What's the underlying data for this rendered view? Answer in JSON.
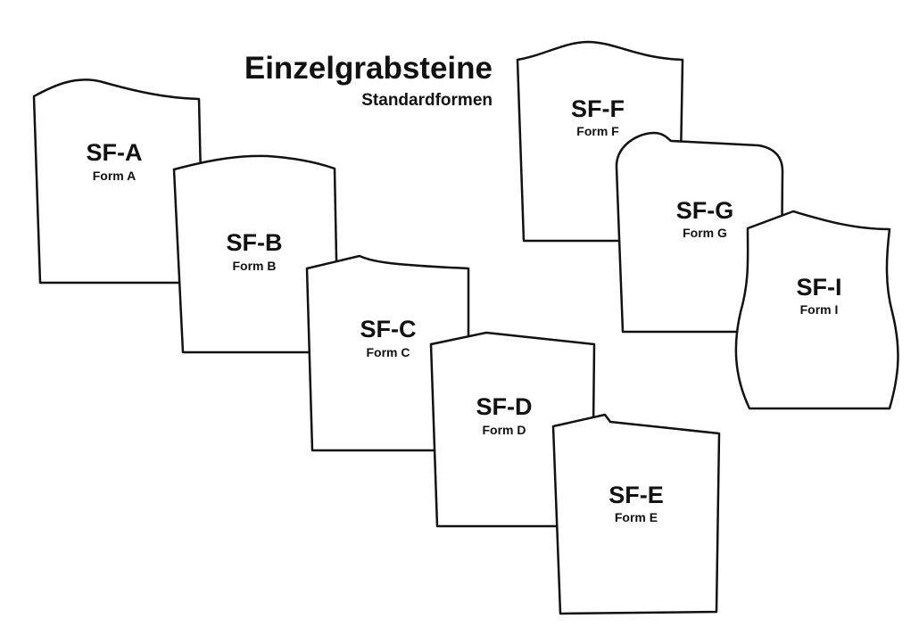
{
  "header": {
    "title": "Einzelgrabsteine",
    "subtitle": "Standardformen"
  },
  "forms": [
    {
      "code": "SF-A",
      "name": "Form A"
    },
    {
      "code": "SF-B",
      "name": "Form B"
    },
    {
      "code": "SF-C",
      "name": "Form C"
    },
    {
      "code": "SF-D",
      "name": "Form D"
    },
    {
      "code": "SF-E",
      "name": "Form E"
    },
    {
      "code": "SF-F",
      "name": "Form F"
    },
    {
      "code": "SF-G",
      "name": "Form G"
    },
    {
      "code": "SF-I",
      "name": "Form I"
    }
  ]
}
